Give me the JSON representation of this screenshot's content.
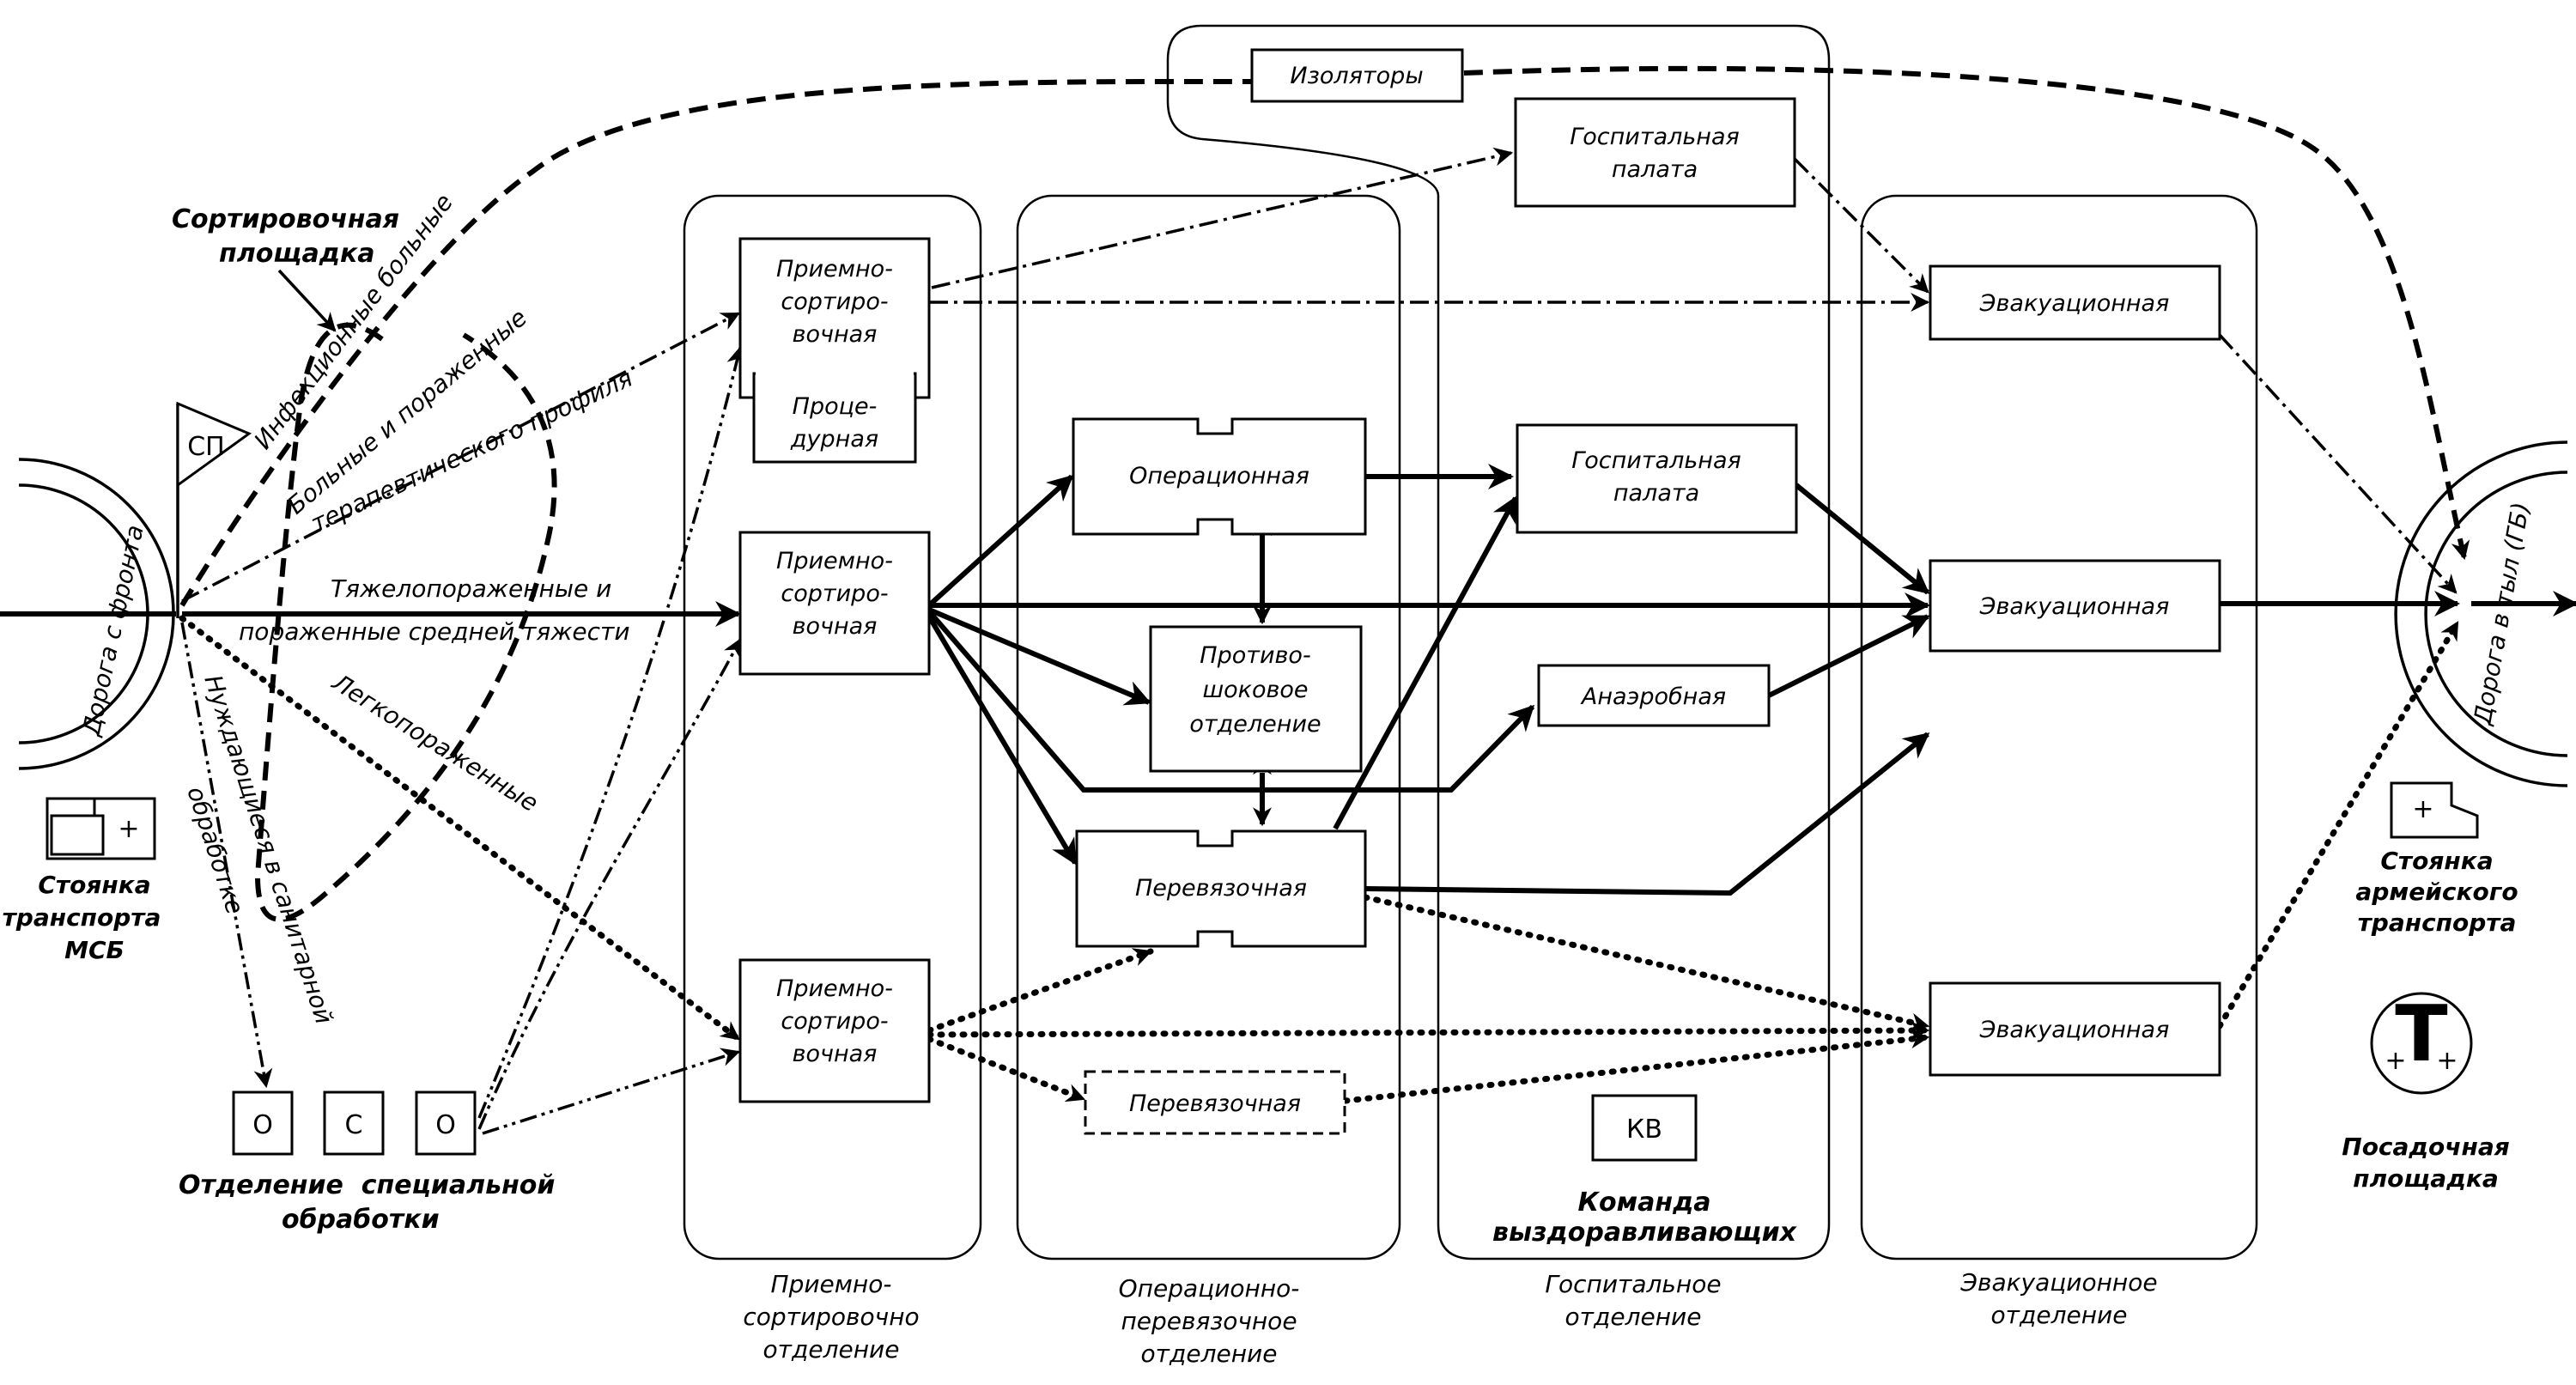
{
  "departments": {
    "reception": [
      "Приемно-",
      "сортировочно",
      "отделение"
    ],
    "operating": [
      "Операционно-",
      "перевязочное",
      "отделение"
    ],
    "hospital": [
      "Госпитальное",
      "отделение"
    ],
    "evacuation": [
      "Эвакуационное",
      "отделение"
    ]
  },
  "nodes": {
    "isolators": "Изоляторы",
    "hosp_ward_top": [
      "Госпитальная",
      "палата"
    ],
    "reception_1": [
      "Приемно-",
      "сортиро-",
      "вочная"
    ],
    "procedure": [
      "Проце-",
      "дурная"
    ],
    "reception_2": [
      "Приемно-",
      "сортиро-",
      "вочная"
    ],
    "reception_3": [
      "Приемно-",
      "сортиро-",
      "вочная"
    ],
    "operating_room": "Операционная",
    "antishock": [
      "Противо-",
      "шоковое",
      "отделение"
    ],
    "dressing_1": "Перевязочная",
    "dressing_2": "Перевязочная",
    "hosp_ward_mid": [
      "Госпитальная",
      "палата"
    ],
    "anaerobic": "Анаэробная",
    "evac_1": "Эвакуационная",
    "evac_2": "Эвакуационная",
    "evac_3": "Эвакуационная",
    "kv": "КВ",
    "special_1": "О",
    "special_2": "С",
    "special_3": "О",
    "sp": "СП"
  },
  "captions": {
    "sorting_area": [
      "Сортировочная",
      "площадка"
    ],
    "recovery_team": [
      "Команда",
      "выздоравливающих"
    ],
    "special_treatment": [
      "Отделение  специальной",
      "обработки"
    ],
    "msb_transport": [
      "Стоянка",
      "транспорта",
      "МСБ"
    ],
    "army_transport": [
      "Стоянка",
      "армейского",
      "транспорта"
    ],
    "landing_site": [
      "Посадочная",
      "площадка"
    ],
    "road_from_front": "Дорога с фронта",
    "road_to_rear": "Дорога в тыл (ГБ)"
  },
  "edge_labels": {
    "infectious": "Инфекционные больные",
    "therapeutic_1": "Больные и пораженные",
    "therapeutic_2": "терапевтического профиля",
    "severe_1": "Тяжелопораженные и",
    "severe_2": "пораженные средней тяжести",
    "light": "Легкопораженные",
    "sanitary_1": "Нуждающиеся в санитарной",
    "sanitary_2": "обработке"
  },
  "symbols": {
    "cross": "+",
    "landing_pad": "Т"
  },
  "colors": {
    "ink": "#000000",
    "paper": "#ffffff"
  }
}
